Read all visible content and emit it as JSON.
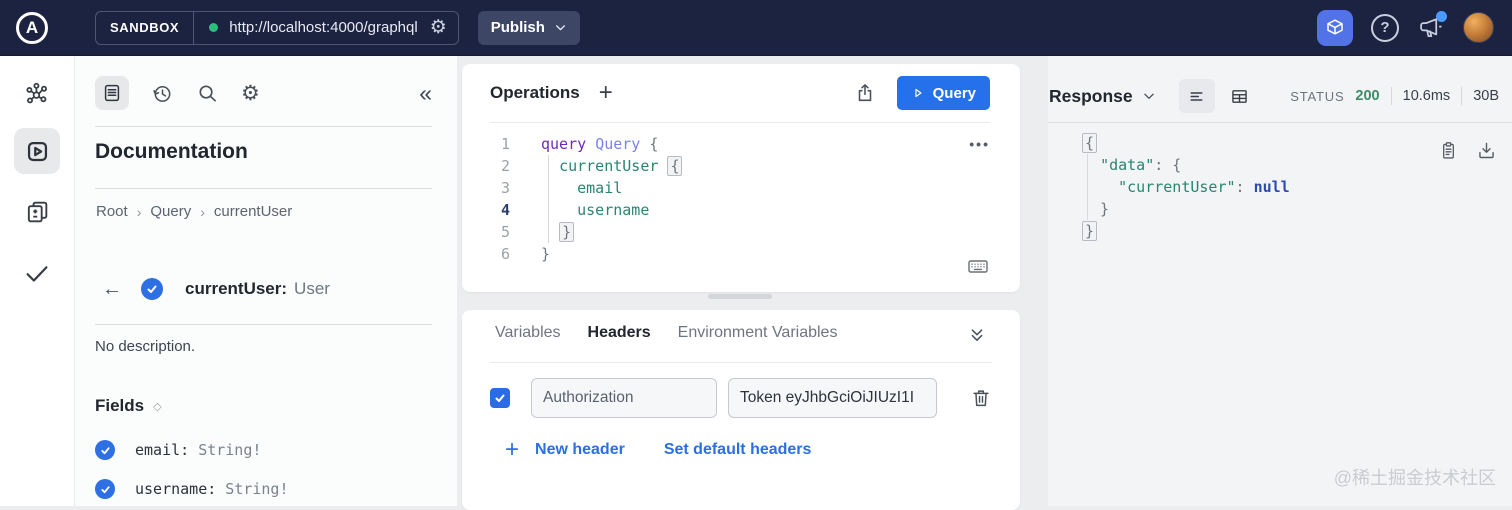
{
  "topbar": {
    "logo_letter": "A",
    "sandbox_label": "SANDBOX",
    "endpoint_url": "http://localhost:4000/graphql",
    "publish_label": "Publish"
  },
  "icons": {
    "gear": "⚙",
    "collapse": "«",
    "plus": "+",
    "ellipsis": "•••",
    "back_arrow": "←",
    "sep": "›",
    "diamond": "◇",
    "question": "?"
  },
  "colors": {
    "topbar_bg": "#1c2340",
    "accent_blue": "#2570eb",
    "link_blue": "#2b6fe0",
    "brand_tile_blue": "#5273e8",
    "status_green": "#3d8b68",
    "connected_dot_green": "#2dbd7f"
  },
  "docs": {
    "title": "Documentation",
    "breadcrumb": [
      "Root",
      "Query",
      "currentUser"
    ],
    "selected_field": "currentUser:",
    "selected_type": "User",
    "description": "No description.",
    "fields_heading": "Fields",
    "fields": [
      {
        "name": "email:",
        "type": "String!"
      },
      {
        "name": "username:",
        "type": "String!"
      }
    ]
  },
  "operations": {
    "title": "Operations",
    "run_label": "Query",
    "code": [
      {
        "num": 1,
        "tokens": [
          {
            "t": "query ",
            "c": "kw"
          },
          {
            "t": "Query ",
            "c": "op"
          },
          {
            "t": "{",
            "c": "p"
          }
        ]
      },
      {
        "num": 2,
        "tokens": [
          {
            "t": "  ",
            "c": "p"
          },
          {
            "t": "currentUser ",
            "c": "f"
          },
          {
            "t": "{",
            "c": "match"
          }
        ]
      },
      {
        "num": 3,
        "tokens": [
          {
            "t": "    ",
            "c": "p"
          },
          {
            "t": "email",
            "c": "f"
          }
        ]
      },
      {
        "num": 4,
        "active": true,
        "tokens": [
          {
            "t": "    ",
            "c": "p"
          },
          {
            "t": "username",
            "c": "f"
          }
        ]
      },
      {
        "num": 5,
        "tokens": [
          {
            "t": "  ",
            "c": "p"
          },
          {
            "t": "}",
            "c": "match"
          }
        ]
      },
      {
        "num": 6,
        "tokens": [
          {
            "t": "}",
            "c": "p"
          }
        ]
      }
    ]
  },
  "request": {
    "tabs": [
      {
        "label": "Variables"
      },
      {
        "label": "Headers"
      },
      {
        "label": "Environment Variables"
      }
    ],
    "header_key": "Authorization",
    "header_value": "Token eyJhbGciOiJIUzI1I",
    "new_header_label": "New header",
    "set_default_label": "Set default headers"
  },
  "response": {
    "title": "Response",
    "status_label": "STATUS",
    "status_code": "200",
    "duration": "10.6ms",
    "size": "30B",
    "json": [
      {
        "tokens": [
          {
            "t": "{",
            "c": "match"
          }
        ]
      },
      {
        "tokens": [
          {
            "t": "  ",
            "c": "p"
          },
          {
            "t": "\"data\"",
            "c": "key"
          },
          {
            "t": ": {",
            "c": "p"
          }
        ]
      },
      {
        "tokens": [
          {
            "t": "    ",
            "c": "p"
          },
          {
            "t": "\"currentUser\"",
            "c": "key"
          },
          {
            "t": ": ",
            "c": "p"
          },
          {
            "t": "null",
            "c": "null"
          }
        ]
      },
      {
        "tokens": [
          {
            "t": "  }",
            "c": "p"
          }
        ]
      },
      {
        "tokens": [
          {
            "t": "}",
            "c": "match"
          }
        ]
      }
    ]
  },
  "watermark": "@稀土掘金技术社区"
}
